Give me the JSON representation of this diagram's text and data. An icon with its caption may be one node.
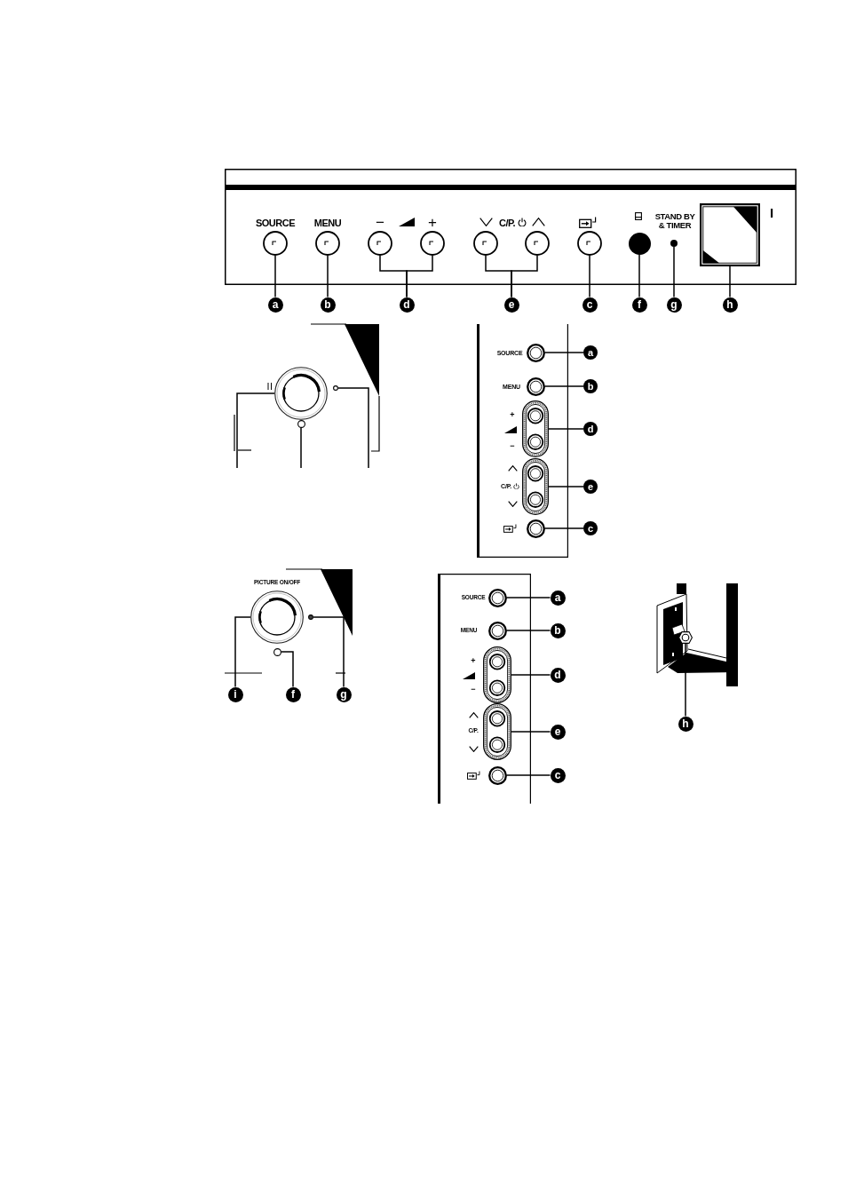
{
  "diagram": {
    "nodes": [
      {
        "text": [
          "SOURCE",
          "MENU",
          "−",
          "+",
          "C/P.",
          "STAND BY & TIMER",
          "I"
        ]
      },
      {
        "text": [],
        "shape": "circle",
        "in": 0
      },
      {
        "text": [],
        "shape": "circle",
        "in": 0
      },
      {
        "text": [],
        "shape": "circle",
        "in": 0
      },
      {
        "text": [],
        "shape": "circle",
        "in": 0
      },
      {
        "text": [],
        "shape": "circle",
        "in": 0
      },
      {
        "text": [],
        "shape": "circle",
        "in": 0
      },
      {
        "text": [],
        "shape": "circle",
        "in": 0
      },
      {
        "text": [],
        "shape": "circle",
        "in": 0
      },
      {
        "text": [],
        "shape": "circle",
        "in": 0
      },
      {
        "text": [],
        "shape": "box",
        "in": 0
      },
      {
        "text": [
          "a"
        ]
      },
      {
        "text": [
          "b"
        ]
      },
      {
        "text": [
          "d"
        ]
      },
      {
        "text": [
          "e"
        ]
      },
      {
        "text": [
          "c"
        ]
      },
      {
        "text": [
          "f"
        ]
      },
      {
        "text": [
          "g"
        ]
      },
      {
        "text": [
          "h"
        ]
      },
      {
        "text": [],
        "shape": "circle"
      },
      {
        "text": [],
        "shape": "circle"
      },
      {
        "text": [],
        "shape": "circle"
      },
      {
        "text": [
          "SOURCE",
          "MENU",
          "+",
          "−",
          "C/P."
        ]
      },
      {
        "text": [],
        "shape": "circle",
        "in": 22
      },
      {
        "text": [],
        "shape": "circle",
        "in": 22
      },
      {
        "text": [],
        "shape": "oval",
        "in": 22
      },
      {
        "text": [],
        "shape": "oval",
        "in": 22
      },
      {
        "text": [],
        "shape": "circle",
        "in": 22
      },
      {
        "text": [
          "a"
        ]
      },
      {
        "text": [
          "b"
        ]
      },
      {
        "text": [
          "d"
        ]
      },
      {
        "text": [
          "e"
        ]
      },
      {
        "text": [
          "c"
        ]
      },
      {
        "text": [],
        "shape": "circle"
      },
      {
        "text": [],
        "shape": "circle"
      },
      {
        "text": [],
        "shape": "circle"
      },
      {
        "text": [
          "i"
        ]
      },
      {
        "text": [
          "f"
        ]
      },
      {
        "text": [
          "g"
        ]
      },
      {
        "text": [
          "SOURCE",
          "MENU",
          "+",
          "−",
          "C/P."
        ]
      },
      {
        "text": [],
        "shape": "circle",
        "in": 39
      },
      {
        "text": [],
        "shape": "circle",
        "in": 39
      },
      {
        "text": [],
        "shape": "oval",
        "in": 39
      },
      {
        "text": [],
        "shape": "oval",
        "in": 39
      },
      {
        "text": [],
        "shape": "circle",
        "in": 39
      },
      {
        "text": [
          "a"
        ]
      },
      {
        "text": [
          "b"
        ]
      },
      {
        "text": [
          "d"
        ]
      },
      {
        "text": [
          "e"
        ]
      },
      {
        "text": [
          "c"
        ]
      },
      {
        "text": [],
        "shape": "hexagon"
      },
      {
        "text": [
          "h"
        ]
      }
    ],
    "edges": [
      {
        "from": 11,
        "to": 1,
        "arrow": "none"
      },
      {
        "from": 12,
        "to": 2,
        "arrow": "none"
      },
      {
        "from": 13,
        "to": 3,
        "arrow": "none"
      },
      {
        "from": 13,
        "to": 4,
        "arrow": "none"
      },
      {
        "from": 14,
        "to": 5,
        "arrow": "none"
      },
      {
        "from": 14,
        "to": 6,
        "arrow": "none"
      },
      {
        "from": 15,
        "to": 7,
        "arrow": "none"
      },
      {
        "from": 16,
        "to": 8,
        "arrow": "none"
      },
      {
        "from": 17,
        "to": 9,
        "arrow": "none"
      },
      {
        "from": 18,
        "to": 10,
        "arrow": "none"
      },
      {
        "from": null,
        "to": 19,
        "arrow": "none"
      },
      {
        "from": null,
        "to": 20,
        "arrow": "none"
      },
      {
        "from": null,
        "to": 21,
        "arrow": "none"
      },
      {
        "from": 28,
        "to": 23,
        "arrow": "none"
      },
      {
        "from": 29,
        "to": 24,
        "arrow": "none"
      },
      {
        "from": 30,
        "to": 25,
        "arrow": "none"
      },
      {
        "from": 31,
        "to": 26,
        "arrow": "none"
      },
      {
        "from": 32,
        "to": 27,
        "arrow": "none"
      },
      {
        "from": 36,
        "to": 33,
        "arrow": "none"
      },
      {
        "from": 37,
        "to": 34,
        "arrow": "none"
      },
      {
        "from": 38,
        "to": 35,
        "arrow": "none"
      },
      {
        "from": 45,
        "to": 40,
        "arrow": "none"
      },
      {
        "from": 46,
        "to": 41,
        "arrow": "none"
      },
      {
        "from": 47,
        "to": 42,
        "arrow": "none"
      },
      {
        "from": 48,
        "to": 43,
        "arrow": "none"
      },
      {
        "from": 49,
        "to": 44,
        "arrow": "none"
      },
      {
        "from": 51,
        "to": 50,
        "arrow": "none"
      }
    ],
    "labels": [
      "PICTURE ON/OFF"
    ]
  }
}
